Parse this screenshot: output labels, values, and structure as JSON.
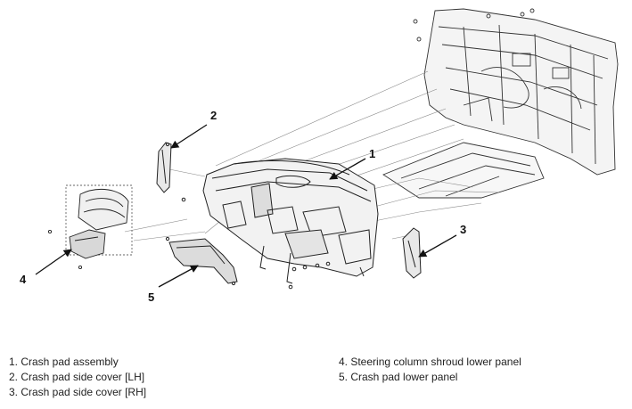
{
  "callouts": {
    "c1": "1",
    "c2": "2",
    "c3": "3",
    "c4": "4",
    "c5": "5"
  },
  "legend": {
    "left": [
      "1. Crash pad assembly",
      "2. Crash pad side cover [LH]",
      "3. Crash pad side cover [RH]"
    ],
    "right": [
      "4. Steering column shroud lower panel",
      "5. Crash pad lower panel"
    ]
  }
}
